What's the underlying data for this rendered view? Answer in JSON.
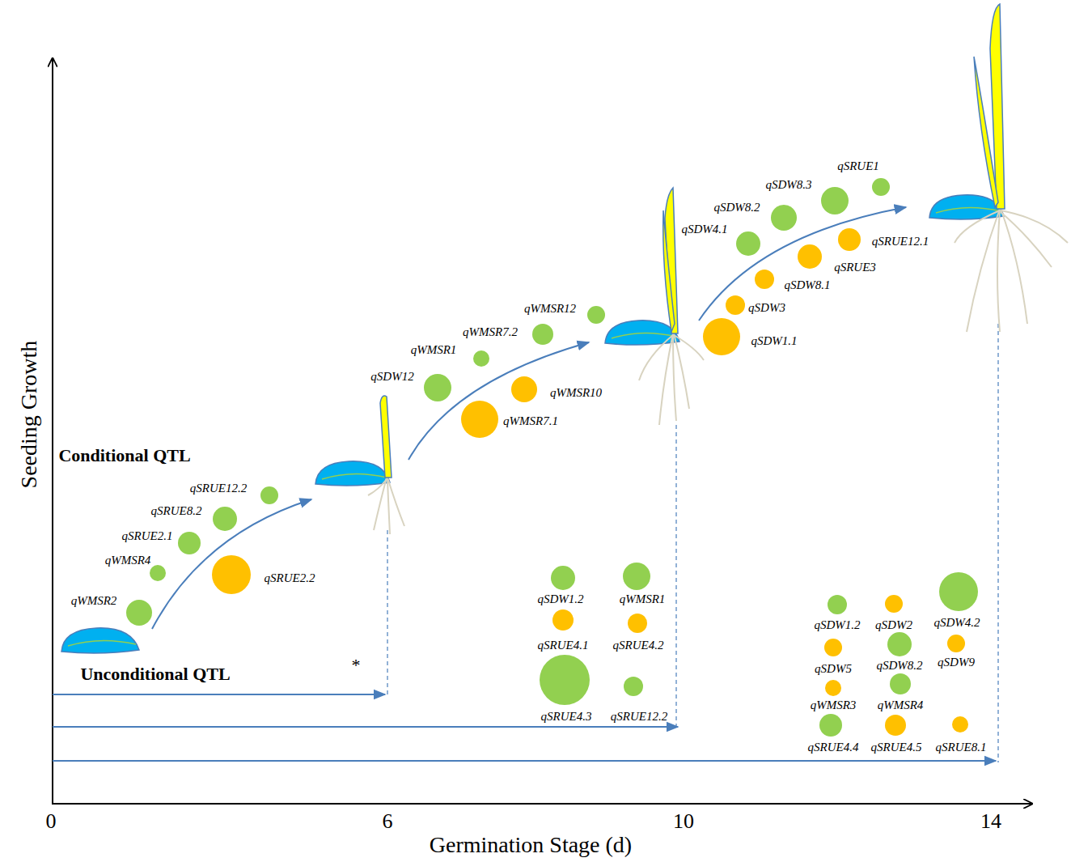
{
  "diagram": {
    "nodes": [
      {
        "text": [
          "qWMSR2"
        ]
      },
      {
        "text": [
          "qWMSR4"
        ]
      },
      {
        "text": [
          "qSRUE2.1"
        ]
      },
      {
        "text": [
          "qSRUE8.2"
        ]
      },
      {
        "text": [
          "qSRUE12.2"
        ]
      },
      {
        "text": [
          "qSRUE2.2"
        ]
      },
      {
        "text": [
          "qSDW12"
        ]
      },
      {
        "text": [
          "qWMSR1"
        ]
      },
      {
        "text": [
          "qWMSR7.2"
        ]
      },
      {
        "text": [
          "qWMSR12"
        ]
      },
      {
        "text": [
          "qWMSR10"
        ]
      },
      {
        "text": [
          "qWMSR7.1"
        ]
      },
      {
        "text": [
          "qSDW4.1"
        ]
      },
      {
        "text": [
          "qSDW8.2"
        ]
      },
      {
        "text": [
          "qSDW8.3"
        ]
      },
      {
        "text": [
          "qSRUE1"
        ]
      },
      {
        "text": [
          "qSRUE12.1"
        ]
      },
      {
        "text": [
          "qSRUE3"
        ]
      },
      {
        "text": [
          "qSDW8.1"
        ]
      },
      {
        "text": [
          "qSDW3"
        ]
      },
      {
        "text": [
          "qSDW1.1"
        ]
      },
      {
        "text": [
          "qSDW1.2"
        ]
      },
      {
        "text": [
          "qWMSR1"
        ]
      },
      {
        "text": [
          "qSRUE4.1"
        ]
      },
      {
        "text": [
          "qSRUE4.2"
        ]
      },
      {
        "text": [
          "qSRUE4.3"
        ]
      },
      {
        "text": [
          "qSRUE12.2"
        ]
      },
      {
        "text": [
          "qSDW1.2"
        ]
      },
      {
        "text": [
          "qSDW2"
        ]
      },
      {
        "text": [
          "qSDW4.2"
        ]
      },
      {
        "text": [
          "qSDW5"
        ]
      },
      {
        "text": [
          "qSDW8.2"
        ]
      },
      {
        "text": [
          "qSDW9"
        ]
      },
      {
        "text": [
          "qWMSR3"
        ]
      },
      {
        "text": [
          "qWMSR4"
        ]
      },
      {
        "text": [
          "qSRUE4.4"
        ]
      },
      {
        "text": [
          "qSRUE4.5"
        ]
      },
      {
        "text": [
          "qSRUE8.1"
        ]
      }
    ],
    "labels": [
      "Conditional QTL",
      "Unconditional QTL",
      "*",
      "Seeding Growth",
      "Germination Stage (d)",
      "0",
      "6",
      "10",
      "14"
    ]
  }
}
